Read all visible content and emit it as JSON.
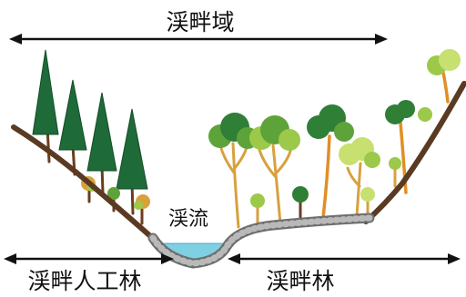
{
  "labels": {
    "riparian_zone": "渓畔域",
    "stream": "渓流",
    "riparian_plantation": "渓畔人工林",
    "riparian_forest": "渓畔林"
  }
}
